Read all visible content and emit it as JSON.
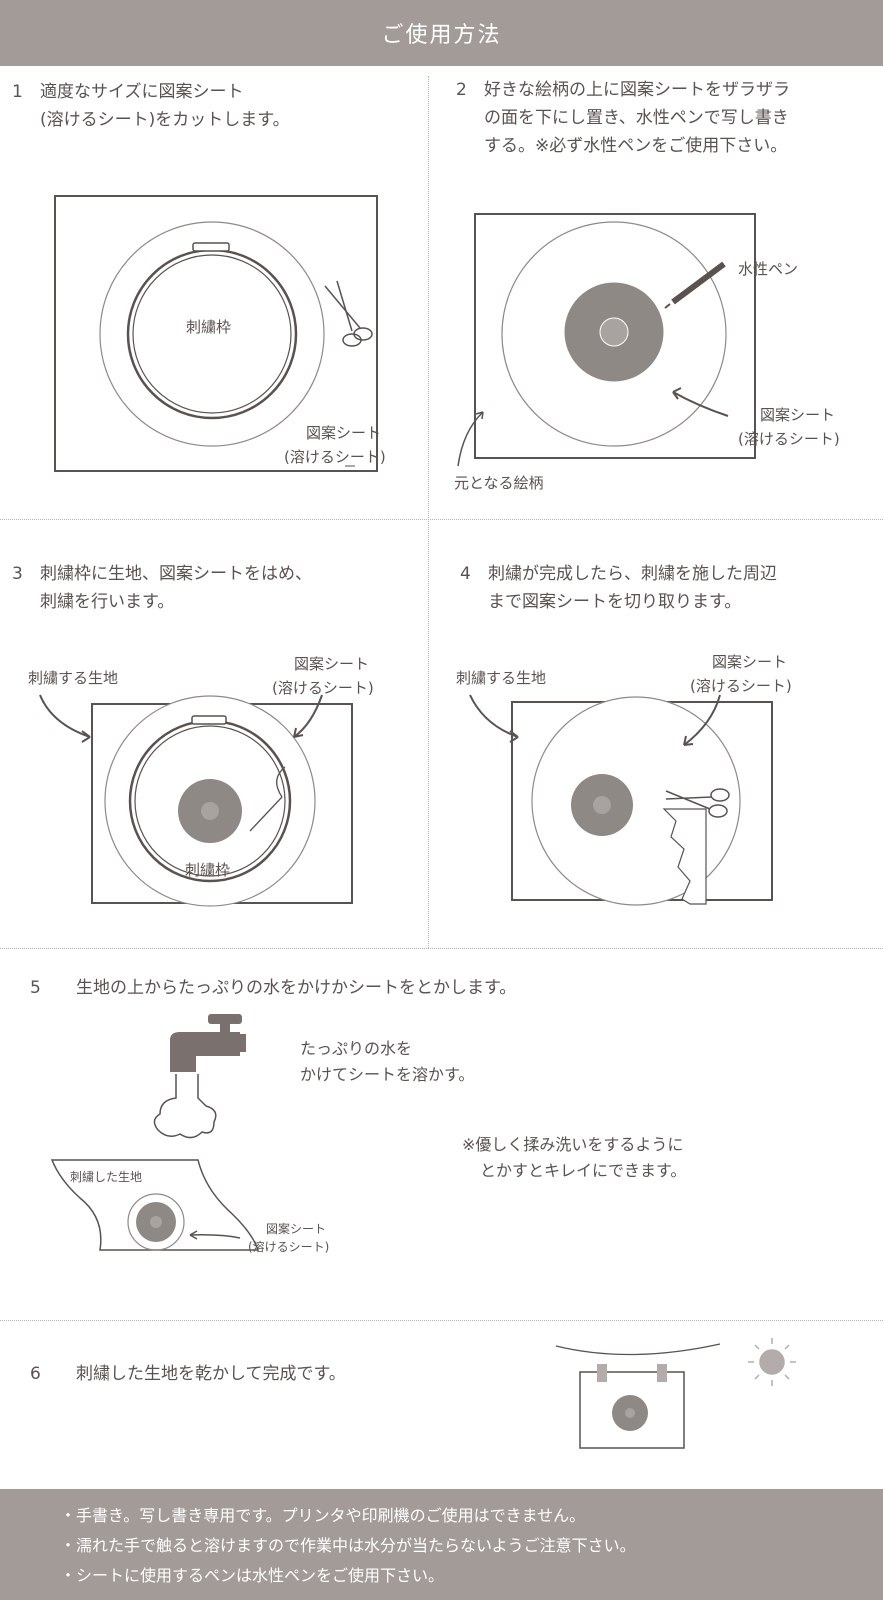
{
  "header": {
    "title": "ご使用方法"
  },
  "steps": [
    {
      "num": "1",
      "lines": [
        "適度なサイズに図案シート",
        "(溶けるシート)をカットします。"
      ]
    },
    {
      "num": "2",
      "lines": [
        "好きな絵柄の上に図案シートをザラザラ",
        "の面を下にし置き、水性ペンで写し書き",
        "する。※必ず水性ペンをご使用下さい。"
      ]
    },
    {
      "num": "3",
      "lines": [
        "刺繍枠に生地、図案シートをはめ、",
        "刺繍を行います。"
      ]
    },
    {
      "num": "4",
      "lines": [
        "刺繍が完成したら、刺繍を施した周辺",
        "まで図案シートを切り取ります。"
      ]
    },
    {
      "num": "5",
      "lines": [
        "生地の上からたっぷりの水をかけかシートをとかします。"
      ]
    },
    {
      "num": "6",
      "lines": [
        "刺繍した生地を乾かして完成です。"
      ]
    }
  ],
  "labels": {
    "hoop": "刺繍枠",
    "sheet": "図案シート",
    "sheet_sub": "(溶けるシート)",
    "pen": "水性ペン",
    "original": "元となる絵柄",
    "fabric": "刺繍する生地",
    "embroidered_fabric": "刺繍した生地",
    "water_line1": "たっぷりの水を",
    "water_line2": "かけてシートを溶かす。",
    "note_line1": "※優しく揉み洗いをするように",
    "note_line2": "とかすとキレイにできます。"
  },
  "footer": {
    "notes": [
      "・手書き。写し書き専用です。プリンタや印刷機のご使用はできません。",
      "・濡れた手で触ると溶けますので作業中は水分が当たらないようご注意下さい。",
      "・シートに使用するペンは水性ペンをご使用下さい。"
    ]
  },
  "colors": {
    "band": "#a39b98",
    "line": "#5a524f",
    "flower": "#8f8986"
  }
}
